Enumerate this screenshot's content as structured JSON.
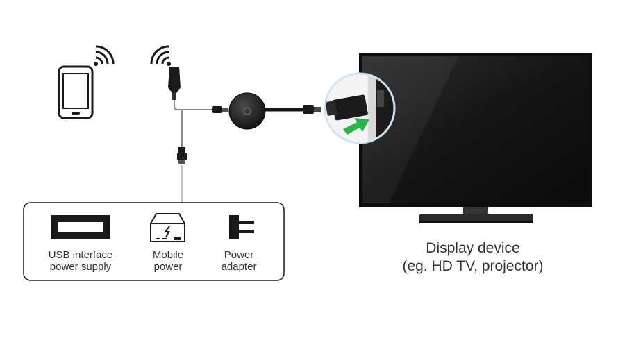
{
  "power_sources": [
    {
      "line1": "USB interface",
      "line2": "power supply",
      "icon": "usb-port-icon"
    },
    {
      "line1": "Mobile",
      "line2": "power",
      "icon": "power-bank-icon"
    },
    {
      "line1": "Power",
      "line2": "adapter",
      "icon": "plug-adapter-icon"
    }
  ],
  "display": {
    "line1": "Display device",
    "line2": "(eg. HD TV, projector)"
  },
  "icons": {
    "phone": "smartphone-icon",
    "phone_wifi": "wifi-icon",
    "dongle_wifi": "wifi-icon",
    "dongle": "chromecast-dongle-icon",
    "hdmi": "hdmi-plug-icon",
    "tv": "tv-icon",
    "insert_arrow": "arrow-icon"
  },
  "colors": {
    "stroke": "#1a1a1a",
    "screen": "#111111",
    "arrow": "#2bb24c",
    "wire": "#888888",
    "magnifier_ring": "#cfe3f2"
  }
}
